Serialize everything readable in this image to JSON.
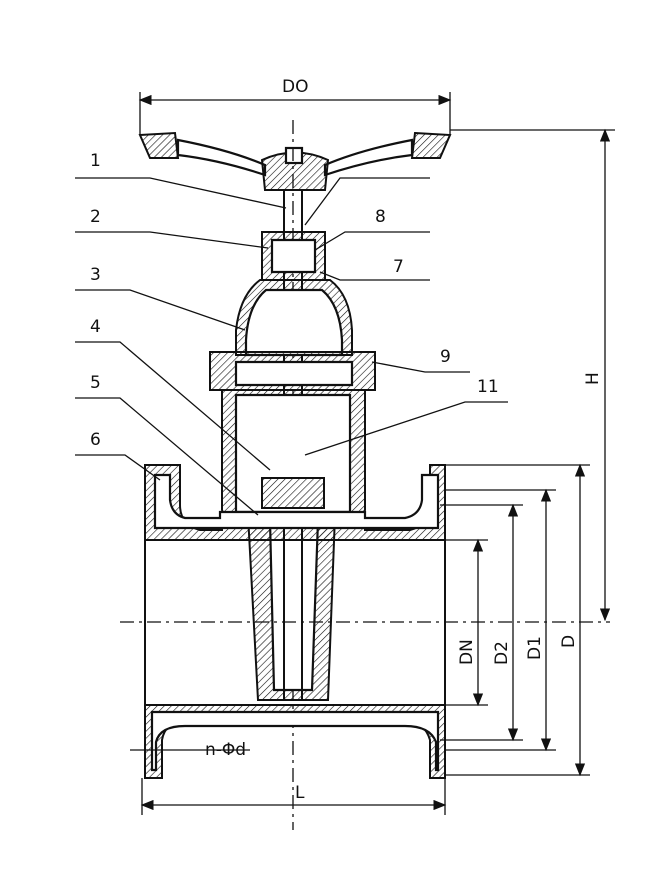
{
  "part_labels": [
    "1",
    "2",
    "3",
    "4",
    "5",
    "6",
    "8",
    "7",
    "9",
    "11"
  ],
  "dimensions": {
    "handwheel": "DO",
    "height": "H",
    "nominal": "DN",
    "d2": "D2",
    "d1": "D1",
    "d": "D",
    "bolt_holes": "n-Φd",
    "length": "L"
  }
}
